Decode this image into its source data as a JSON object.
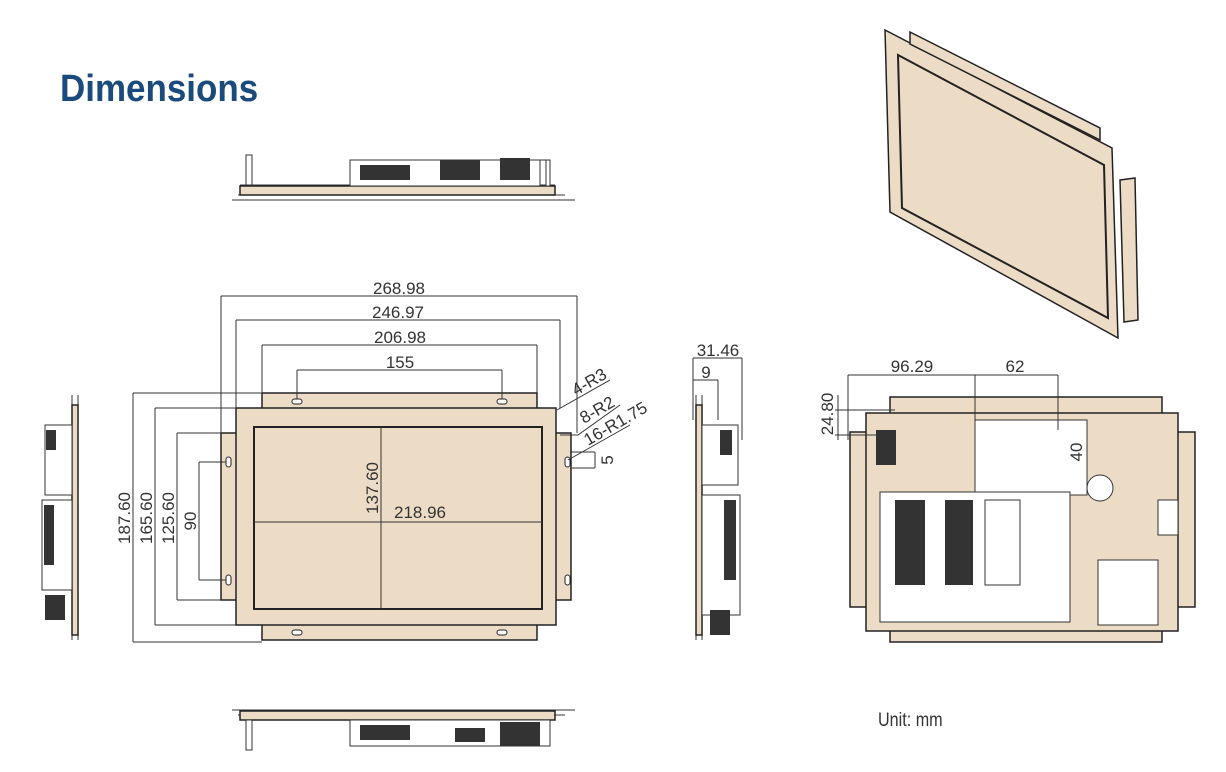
{
  "title": "Dimensions",
  "unit_label": "Unit: mm",
  "colors": {
    "title": "#1b4b7d",
    "panel": "#ecdcc6"
  },
  "front_view": {
    "widths": [
      "268.98",
      "246.97",
      "206.98",
      "155"
    ],
    "heights": [
      "187.60",
      "165.60",
      "125.60",
      "90"
    ],
    "screen_height": "137.60",
    "screen_width": "218.96",
    "callouts": [
      "4-R3",
      "8-R2",
      "16-R1.75"
    ],
    "slot": "5"
  },
  "side_view": {
    "depth": "31.46",
    "offset": "9"
  },
  "rear_view": {
    "x1": "96.29",
    "x2": "62",
    "y1": "24.80",
    "y2": "40"
  }
}
